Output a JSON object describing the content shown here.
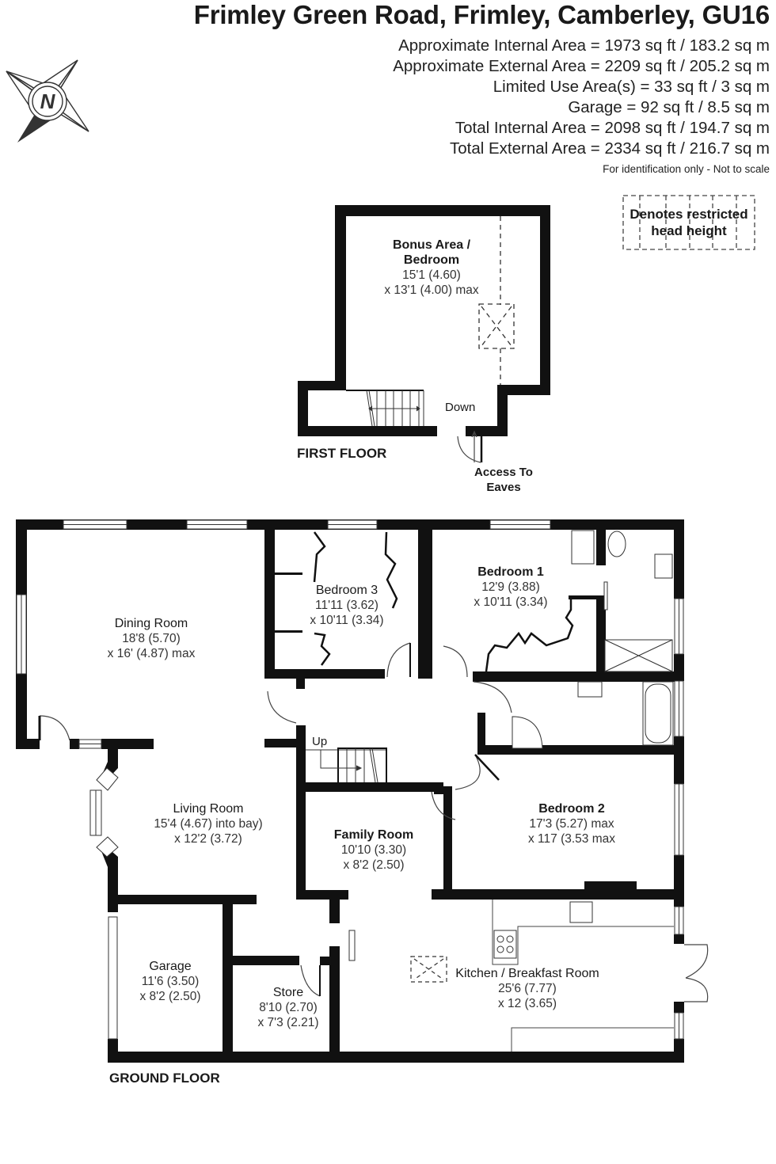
{
  "header": {
    "title": "Frimley Green Road, Frimley, Camberley, GU16",
    "areas": [
      "Approximate Internal Area = 1973 sq ft / 183.2 sq m",
      "Approximate External Area = 2209 sq ft / 205.2 sq m",
      "Limited Use Area(s) = 33 sq ft / 3 sq m",
      "Garage = 92 sq ft / 8.5 sq m",
      "Total Internal Area = 2098 sq ft / 194.7 sq m",
      "Total External Area = 2334 sq ft / 216.7 sq m"
    ],
    "note": "For identification only - Not to scale"
  },
  "compass": {
    "icon": "compass-north-icon",
    "letter": "N"
  },
  "legend": {
    "line1": "Denotes restricted",
    "line2": "head height"
  },
  "first_floor": {
    "label": "FIRST FLOOR",
    "rooms": [
      {
        "name_line1": "Bonus Area /",
        "name_line2": "Bedroom",
        "dim1": "15'1 (4.60)",
        "dim2": "x 13'1 (4.00) max"
      }
    ],
    "stairs_label": "Down",
    "eaves_line1": "Access To",
    "eaves_line2": "Eaves"
  },
  "ground_floor": {
    "label": "GROUND FLOOR",
    "stairs_label": "Up",
    "rooms": {
      "dining": {
        "name": "Dining Room",
        "dim1": "18'8 (5.70)",
        "dim2": "x 16' (4.87) max"
      },
      "bedroom3": {
        "name": "Bedroom 3",
        "dim1": "11'11 (3.62)",
        "dim2": "x 10'11 (3.34)"
      },
      "bedroom1": {
        "name": "Bedroom 1",
        "dim1": "12'9 (3.88)",
        "dim2": "x 10'11 (3.34)"
      },
      "living": {
        "name": "Living Room",
        "dim1": "15'4 (4.67) into bay)",
        "dim2": "x 12'2 (3.72)"
      },
      "family": {
        "name": "Family Room",
        "dim1": "10'10 (3.30)",
        "dim2": "x 8'2 (2.50)"
      },
      "bedroom2": {
        "name": "Bedroom 2",
        "dim1": "17'3 (5.27)  max",
        "dim2": "x 117 (3.53 max"
      },
      "garage": {
        "name": "Garage",
        "dim1": "11'6 (3.50)",
        "dim2": "x 8'2 (2.50)"
      },
      "store": {
        "name": "Store",
        "dim1": "8'10 (2.70)",
        "dim2": "x 7'3 (2.21)"
      },
      "kitchen": {
        "name": "Kitchen / Breakfast Room",
        "dim1": "25'6 (7.77)",
        "dim2": "x 12  (3.65)"
      }
    }
  },
  "colors": {
    "wall": "#111111",
    "line": "#333333",
    "accent_dark": "#333333"
  }
}
